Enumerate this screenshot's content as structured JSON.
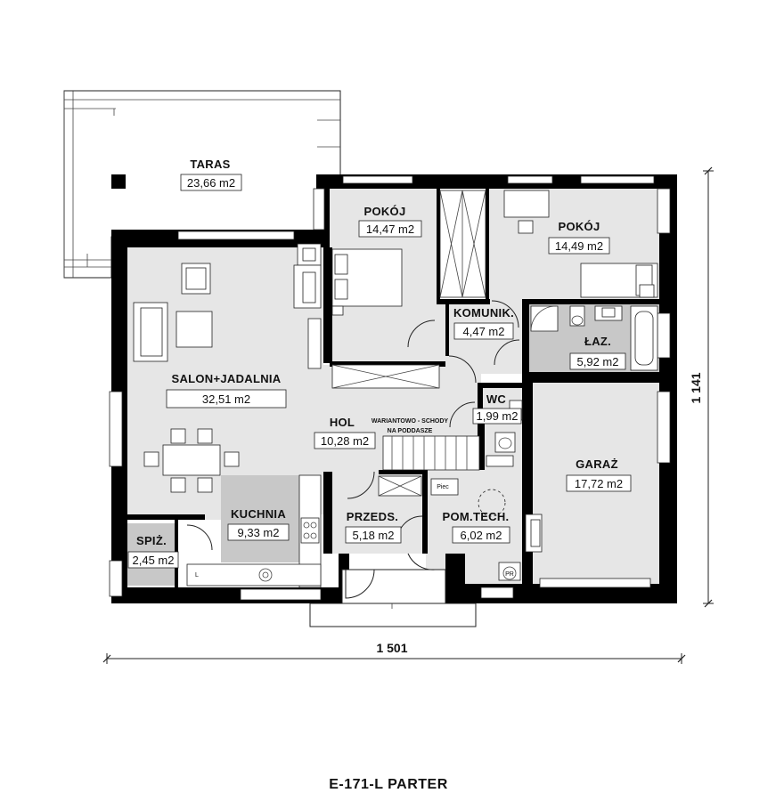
{
  "plan": {
    "title": "E-171-L PARTER",
    "width_dim": "1 501",
    "height_dim": "1 141",
    "stairs_note_line1": "WARIANTOWO - SCHODY",
    "stairs_note_line2": "NA PODDASZE",
    "piec_label": "Piec",
    "pr_label": "PR",
    "l_label": "L",
    "colors": {
      "room_grey": "#e6e6e6",
      "dark_grey": "#c8c8c8",
      "wall": "#000000"
    }
  },
  "rooms": {
    "taras": {
      "name": "TARAS",
      "area": "23,66 m2"
    },
    "pokoj1": {
      "name": "POKÓJ",
      "area": "14,47 m2"
    },
    "pokoj2": {
      "name": "POKÓJ",
      "area": "14,49 m2"
    },
    "komunik": {
      "name": "KOMUNIK.",
      "area": "4,47 m2"
    },
    "laz": {
      "name": "ŁAZ.",
      "area": "5,92 m2"
    },
    "salon": {
      "name": "SALON+JADALNIA",
      "area": "32,51 m2"
    },
    "wc": {
      "name": "WC",
      "area": "1,99 m2"
    },
    "hol": {
      "name": "HOL",
      "area": "10,28 m2"
    },
    "garaz": {
      "name": "GARAŻ",
      "area": "17,72 m2"
    },
    "kuchnia": {
      "name": "KUCHNIA",
      "area": "9,33 m2"
    },
    "przeds": {
      "name": "PRZEDS.",
      "area": "5,18 m2"
    },
    "pomtech": {
      "name": "POM.TECH.",
      "area": "6,02 m2"
    },
    "spiz": {
      "name": "SPIŻ.",
      "area": "2,45 m2"
    }
  }
}
